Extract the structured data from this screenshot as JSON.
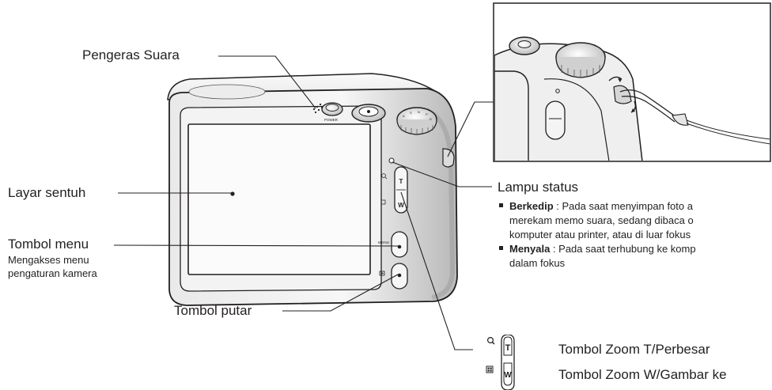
{
  "labels": {
    "speaker": "Pengeras Suara",
    "touchscreen": "Layar sentuh",
    "menu_button": "Tombol menu",
    "menu_button_desc_1": "Mengakses menu",
    "menu_button_desc_2": "pengaturan kamera",
    "play_button": "Tombol putar",
    "status_lamp": "Lampu status",
    "zoom_t": "Tombol Zoom T/Perbesar",
    "zoom_w": "Tombol Zoom W/Gambar ke"
  },
  "status_lamp_items": [
    {
      "term": "Berkedip",
      "line1": " : Pada saat menyimpan foto a",
      "line2": "merekam memo suara, sedang dibaca o",
      "line3": "komputer atau printer, atau di luar fokus"
    },
    {
      "term": "Menyala",
      "line1": " : Pada saat terhubung ke komp",
      "line2": "dalam fokus"
    }
  ],
  "camera_markings": {
    "btn_t": "T",
    "btn_w": "W",
    "menu": "MENU",
    "power": "POWER"
  },
  "colors": {
    "line": "#231f20",
    "body_light": "#f2f2f2",
    "body_mid": "#cfcfcf",
    "body_dark": "#8a8a8a"
  }
}
